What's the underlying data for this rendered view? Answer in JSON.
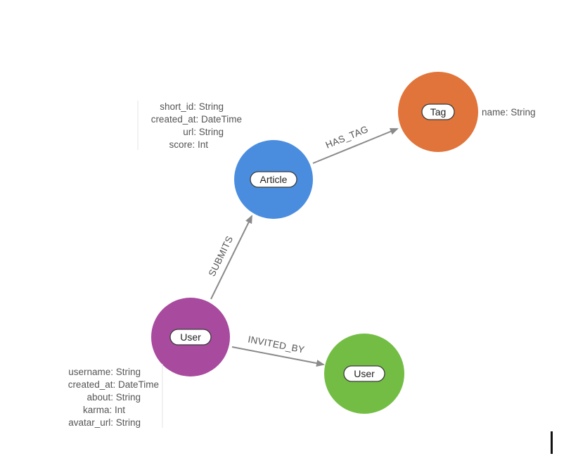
{
  "nodes": {
    "article": {
      "label": "Article",
      "color": "#4a8ddf",
      "properties": [
        "short_id: String",
        "created_at: DateTime",
        "url: String",
        "score: Int"
      ]
    },
    "tag": {
      "label": "Tag",
      "color": "#e0743a",
      "properties": [
        "name: String"
      ]
    },
    "user_main": {
      "label": "User",
      "color": "#a84a9e",
      "properties": [
        "username: String",
        "created_at: DateTime",
        "about: String",
        "karma: Int",
        "avatar_url: String"
      ]
    },
    "user_invited": {
      "label": "User",
      "color": "#73bd45",
      "properties": []
    }
  },
  "edges": {
    "has_tag": {
      "label": "HAS_TAG"
    },
    "submits": {
      "label": "SUBMITS"
    },
    "invited_by": {
      "label": "INVITED_BY"
    }
  }
}
